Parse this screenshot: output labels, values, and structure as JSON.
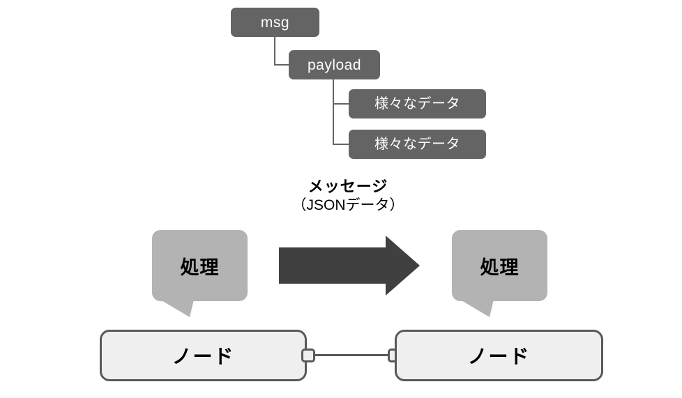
{
  "diagram": {
    "title_hidden": "",
    "tree": {
      "nodes": [
        {
          "id": "msg",
          "label": "msg"
        },
        {
          "id": "payload",
          "label": "payload"
        },
        {
          "id": "data1",
          "label": "様々なデータ"
        },
        {
          "id": "data2",
          "label": "様々なデータ"
        }
      ]
    },
    "message_caption": {
      "line1": "メッセージ",
      "line2": "（JSONデータ）"
    },
    "left_side": {
      "bubble_label": "処理",
      "node_label": "ノード"
    },
    "right_side": {
      "bubble_label": "処理",
      "node_label": "ノード"
    },
    "colors": {
      "tree_box": "#646464",
      "tree_text": "#ffffff",
      "arrow": "#404040",
      "bubble": "#b3b3b3",
      "node_fill": "#efefef",
      "node_border": "#595959",
      "text": "#000000",
      "background": "#ffffff"
    }
  }
}
